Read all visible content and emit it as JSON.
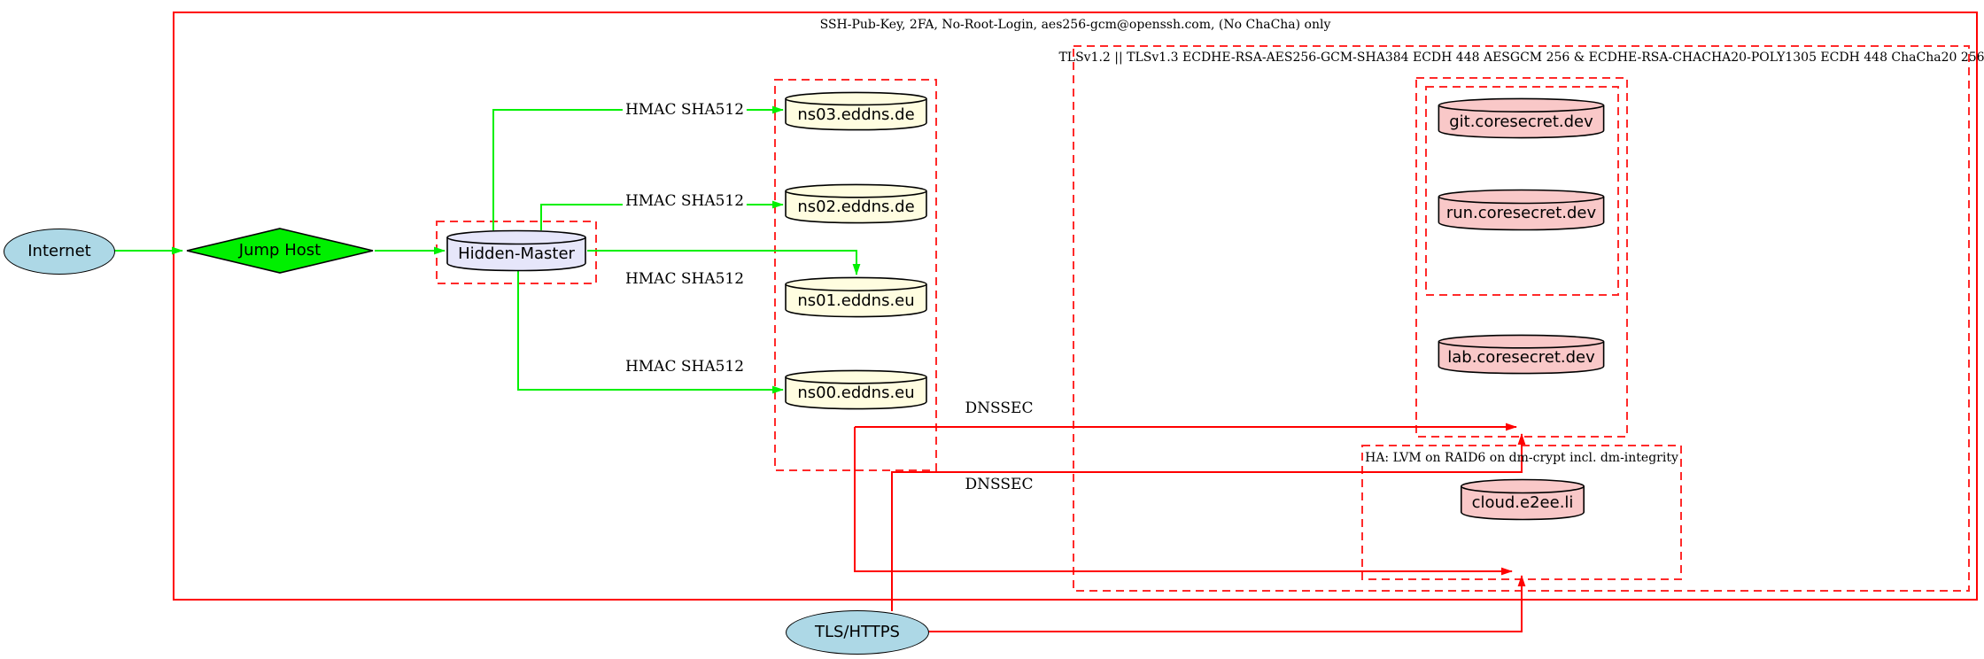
{
  "clusters": {
    "outer_ssh": {
      "label": "SSH-Pub-Key, 2FA, No-Root-Login, aes256-gcm@openssh.com, (No ChaCha) only",
      "border": "solid red"
    },
    "tls": {
      "label": "TLSv1.2 || TLSv1.3 ECDHE-RSA-AES256-GCM-SHA384 ECDH 448 AESGCM 256 & ECDHE-RSA-CHACHA20-POLY1305 ECDH 448 ChaCha20 256",
      "border": "dashed red"
    },
    "ha": {
      "label": "HA: LVM on RAID6 on dm-crypt incl. dm-integrity",
      "border": "dashed red"
    },
    "nameservers": {
      "label": "",
      "border": "dashed red"
    },
    "hidden_master_box": {
      "label": "",
      "border": "dashed red"
    },
    "coresecret": {
      "label": "",
      "border": "dashed red"
    },
    "coresecret_inner": {
      "label": "",
      "border": "dashed red"
    }
  },
  "nodes": {
    "internet": {
      "label": "Internet",
      "shape": "ellipse",
      "fill": "#add8e6"
    },
    "jump_host": {
      "label": "Jump Host",
      "shape": "diamond",
      "fill": "#00f000"
    },
    "hidden_master": {
      "label": "Hidden-Master",
      "shape": "cylinder",
      "fill": "#e6e6fa"
    },
    "ns03": {
      "label": "ns03.eddns.de",
      "shape": "cylinder",
      "fill": "#fffde0"
    },
    "ns02": {
      "label": "ns02.eddns.de",
      "shape": "cylinder",
      "fill": "#fffde0"
    },
    "ns01": {
      "label": "ns01.eddns.eu",
      "shape": "cylinder",
      "fill": "#fffde0"
    },
    "ns00": {
      "label": "ns00.eddns.eu",
      "shape": "cylinder",
      "fill": "#fffde0"
    },
    "git": {
      "label": "git.coresecret.dev",
      "shape": "cylinder",
      "fill": "#f9c8c8"
    },
    "run": {
      "label": "run.coresecret.dev",
      "shape": "cylinder",
      "fill": "#f9c8c8"
    },
    "lab": {
      "label": "lab.coresecret.dev",
      "shape": "cylinder",
      "fill": "#f9c8c8"
    },
    "cloud": {
      "label": "cloud.e2ee.li",
      "shape": "cylinder",
      "fill": "#f9c8c8"
    },
    "tls_https": {
      "label": "TLS/HTTPS",
      "shape": "ellipse",
      "fill": "#add8e6"
    }
  },
  "edge_labels": {
    "hmac_ns03": "HMAC SHA512",
    "hmac_ns02": "HMAC SHA512",
    "hmac_ns01": "HMAC SHA512",
    "hmac_ns00": "HMAC SHA512",
    "dnssec_top": "DNSSEC",
    "dnssec_bottom": "DNSSEC"
  },
  "colors": {
    "edge_green": "#00f000",
    "edge_red": "#ff0000",
    "cluster_red": "#ff2a2a",
    "node_blue": "#add8e6",
    "node_green": "#00f000",
    "node_lavender": "#e6e6fa",
    "node_yellow": "#fffde0",
    "node_pink": "#f9c8c8"
  }
}
